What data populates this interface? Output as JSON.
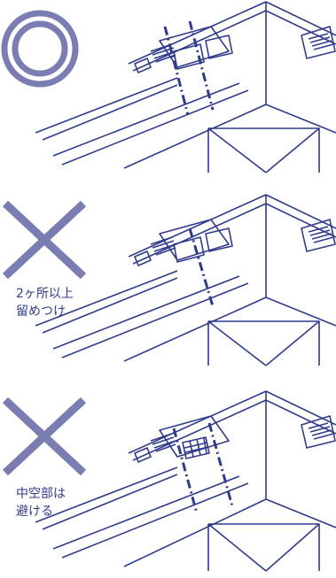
{
  "colors": {
    "line": "#2f3b8c",
    "mark": "#7a7db2",
    "background": "#ffffff"
  },
  "panels": [
    {
      "id": "correct",
      "mark_icon": "double-circle-icon",
      "caption_lines": []
    },
    {
      "id": "wrong-two-places",
      "mark_icon": "cross-icon",
      "caption_lines": [
        "2ヶ所以上",
        "留めつけ"
      ]
    },
    {
      "id": "wrong-hollow",
      "mark_icon": "cross-icon",
      "caption_lines": [
        "中空部は",
        "避ける"
      ]
    }
  ]
}
